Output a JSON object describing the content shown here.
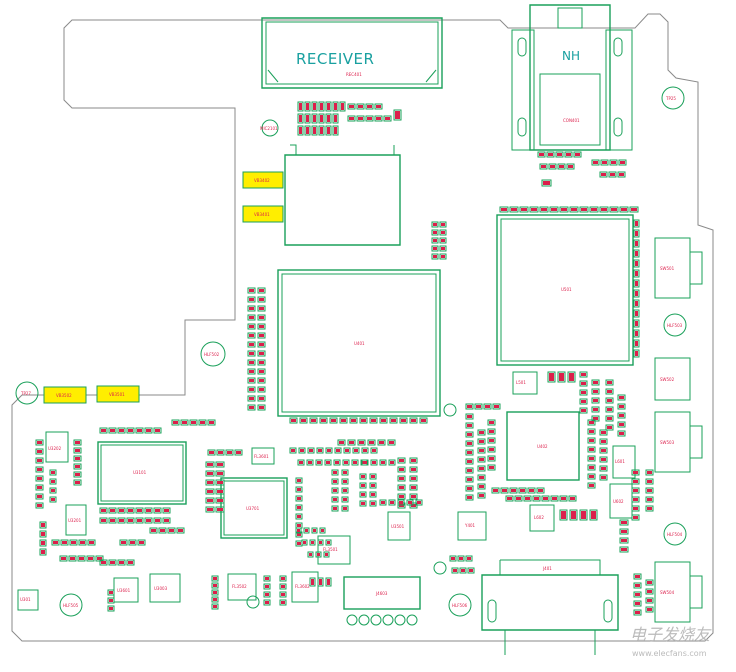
{
  "board": {
    "receiver_text": "RECEIVER",
    "receiver_ref": "REC401",
    "connector_mark": "NH",
    "connector_ref": "CON401",
    "watermark": "电子发烧友",
    "watermark_url": "www.elecfans.com"
  },
  "ics": {
    "u401": "U401",
    "u501": "U501",
    "u3101": "U3101",
    "u3701": "U3701",
    "u402": "U402",
    "u3202": "U3202",
    "u3501": "U3501",
    "u3601": "U3601",
    "u602": "U602",
    "u3003": "U3003",
    "u3201": "U3201"
  },
  "highlights": {
    "vb3402": "VB3402",
    "vb3401": "VB3401",
    "vb3502": "VB3502",
    "vb3501": "VB3501"
  },
  "test_points": {
    "tp25": "TP25",
    "tp27": "TP27",
    "hlf502": "HLF502",
    "hlf503": "HLF503",
    "hlf504": "HLF504",
    "hlf505": "HLF505",
    "hlf506": "HLF506",
    "mic2101": "MIC2101"
  },
  "parts": {
    "fl3601": "FL3601",
    "fl3502": "FL3502",
    "fl3501": "FL3501",
    "fl3602": "FL3602",
    "j4603": "J4603",
    "j401": "J401",
    "y401": "Y401",
    "l601": "L601",
    "l501": "L501",
    "l602": "L602",
    "sw501": "SW501",
    "sw502": "SW502",
    "sw503": "SW503",
    "sw504": "SW504",
    "u301": "U301"
  }
}
